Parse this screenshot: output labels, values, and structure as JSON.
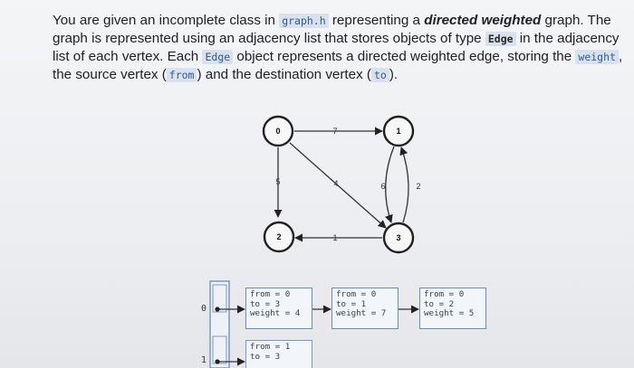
{
  "intro": {
    "t1": "You are given an incomplete class in ",
    "c1": "graph.h",
    "t2": " representing a ",
    "e1": "directed weighted",
    "t3": " graph. The graph is represented using an adjacency list that stores objects of type ",
    "c2": "Edge",
    "t4": " in the adjacency list of each vertex. Each ",
    "c3": "Edge",
    "t5": " object represents a directed weighted edge, storing the ",
    "c4": "weight",
    "t6": ", the source vertex (",
    "c5": "from",
    "t7": ") and the destination vertex (",
    "c6": "to",
    "t8": ")."
  },
  "graph": {
    "nodes": [
      "0",
      "1",
      "2",
      "3"
    ],
    "edges": [
      {
        "from": "0",
        "to": "1",
        "weight": "7"
      },
      {
        "from": "0",
        "to": "2",
        "weight": "5"
      },
      {
        "from": "0",
        "to": "3",
        "weight": "4"
      },
      {
        "from": "1",
        "to": "3",
        "weight": "6"
      },
      {
        "from": "3",
        "to": "1",
        "weight": "2"
      },
      {
        "from": "3",
        "to": "2",
        "weight": "1"
      }
    ]
  },
  "adjacency": {
    "index_0": "0",
    "index_1": "1",
    "row0": [
      {
        "from": "from = 0",
        "to": "to = 3",
        "weight": "weight = 4"
      },
      {
        "from": "from = 0",
        "to": "to = 1",
        "weight": "weight = 7"
      },
      {
        "from": "from = 0",
        "to": "to = 2",
        "weight": "weight = 5"
      }
    ],
    "row1": [
      {
        "from": "from = 1",
        "to": "to = 3"
      }
    ]
  },
  "colors": {
    "code_bg": "#d9e1ec",
    "code_fg": "#2f5a9a",
    "cell_border": "#6d8db6"
  }
}
